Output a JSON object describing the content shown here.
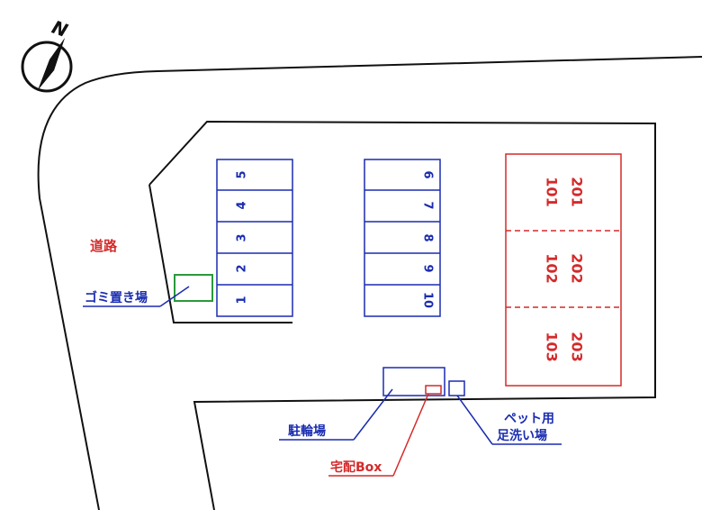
{
  "compass": {
    "letter": "N"
  },
  "colors": {
    "blue": "#1a2cb0",
    "red": "#d42a2a",
    "green": "#2a9a3a",
    "black": "#111111"
  },
  "labels": {
    "road": "道路",
    "garbage": "ゴミ置き場",
    "bicycle": "駐輪場",
    "delivery_box": "宅配Box",
    "pet_wash_1": "ペット用",
    "pet_wash_2": "足洗い場"
  },
  "parking_left": [
    "5",
    "4",
    "3",
    "2",
    "1"
  ],
  "parking_right": [
    "6",
    "7",
    "8",
    "9",
    "10"
  ],
  "units": [
    {
      "upper": "201",
      "lower": "101"
    },
    {
      "upper": "202",
      "lower": "102"
    },
    {
      "upper": "203",
      "lower": "103"
    }
  ]
}
